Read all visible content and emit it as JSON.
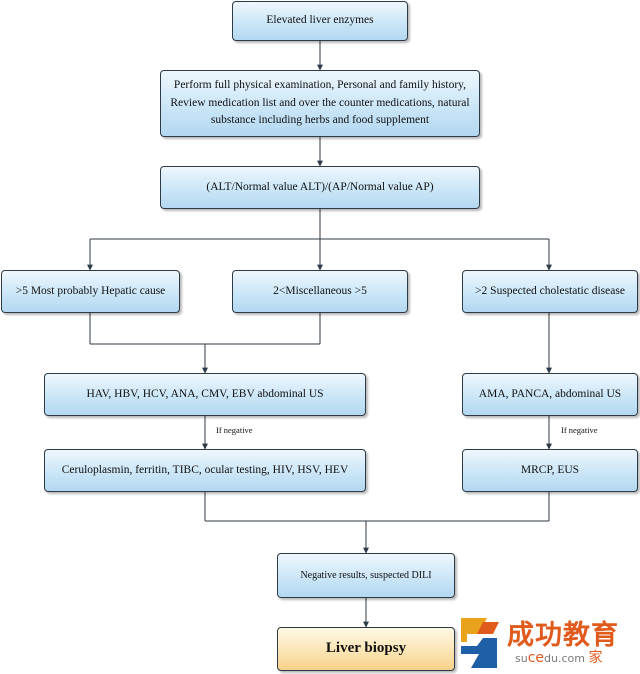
{
  "nodes": {
    "elevated": "Elevated liver enzymes",
    "exam_line1": "Perform full physical examination, Personal and family history,",
    "exam_line2": "Review medication list and over the counter medications, natural",
    "exam_line3": "substance including herbs and food supplement",
    "ratio": "(ALT/Normal value ALT)/(AP/Normal value AP)",
    "hepatic": ">5 Most probably Hepatic cause",
    "misc": "2<Miscellaneous >5",
    "cholestatic": ">2 Suspected cholestatic disease",
    "hav_panel": "HAV, HBV, HCV, ANA, CMV, EBV abdominal US",
    "ama_panel": "AMA, PANCA, abdominal US",
    "cerulo_panel": "Ceruloplasmin, ferritin, TIBC, ocular testing, HIV, HSV, HEV",
    "mrcp": "MRCP, EUS",
    "negative": "Negative results, suspected DILI",
    "biopsy": "Liver biopsy"
  },
  "edge_labels": {
    "if_negative_left": "If negative",
    "if_negative_right": "If negative"
  },
  "watermark": {
    "title": "成功教育",
    "sub_prefix": "su",
    "sub_mid": "ce",
    "sub_suffix": "du.com",
    "sub_tail": "家"
  },
  "colors": {
    "box_fill": "#cbe6f7",
    "biopsy_fill": "#fbe5b4",
    "line": "#2e3a46",
    "watermark": "#e05a1c"
  }
}
